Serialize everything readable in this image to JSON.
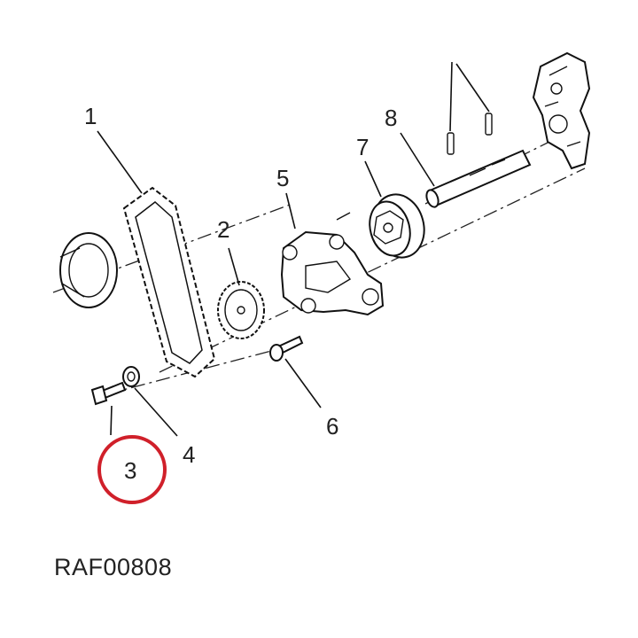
{
  "callouts": [
    {
      "id": "1",
      "label": "1"
    },
    {
      "id": "2",
      "label": "2"
    },
    {
      "id": "3",
      "label": "3"
    },
    {
      "id": "4",
      "label": "4"
    },
    {
      "id": "5",
      "label": "5"
    },
    {
      "id": "6",
      "label": "6"
    },
    {
      "id": "7",
      "label": "7"
    },
    {
      "id": "8",
      "label": "8"
    }
  ],
  "highlight": {
    "callout": "3",
    "color": "#d0202a"
  },
  "reference_code": "RAF00808",
  "colors": {
    "line": "#111111",
    "highlight": "#d0202a",
    "background": "#ffffff"
  }
}
